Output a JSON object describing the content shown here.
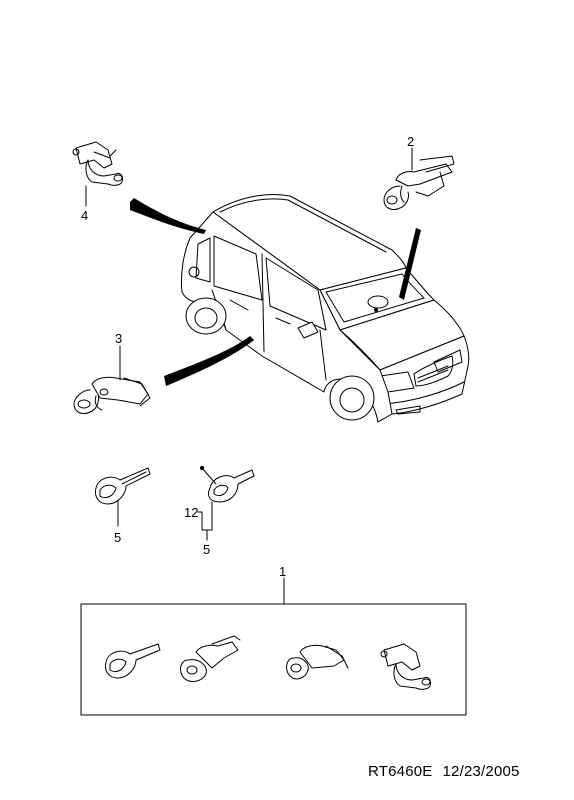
{
  "callouts": {
    "c1": "1",
    "c2": "2",
    "c3": "3",
    "c4": "4",
    "c5a": "5",
    "c5b": "5",
    "c12": "12"
  },
  "footer": {
    "code": "RT6460E",
    "date": "12/23/2005"
  }
}
